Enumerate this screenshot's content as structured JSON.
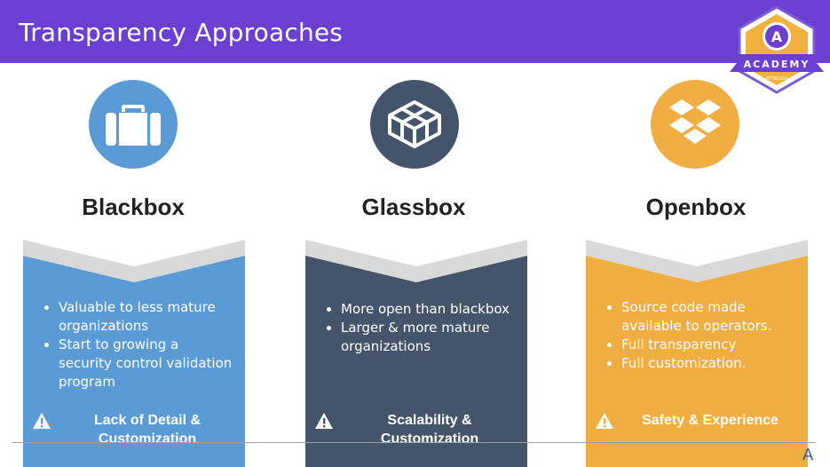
{
  "header": {
    "title": "Transparency Approaches",
    "badge": {
      "label": "ACADEMY",
      "sublabel": "ATTACKIQ",
      "letter": "A"
    }
  },
  "columns": [
    {
      "title": "Blackbox",
      "icon": "briefcase-icon",
      "color": "#5b9bd5",
      "bullets": [
        "Valuable to less mature organizations",
        "Start to growing a security control validation program"
      ],
      "footer": "Lack of Detail & Customization"
    },
    {
      "title": "Glassbox",
      "icon": "cube-outline-icon",
      "color": "#44546a",
      "bullets": [
        "More open than blackbox",
        "Larger & more mature organizations"
      ],
      "footer": "Scalability & Customization"
    },
    {
      "title": "Openbox",
      "icon": "dropbox-icon",
      "color": "#f0ad41",
      "bullets": [
        "Source code made available to operators.",
        "Full transparency",
        "Full customization."
      ],
      "footer": "Safety & Experience"
    }
  ],
  "corner": "A"
}
